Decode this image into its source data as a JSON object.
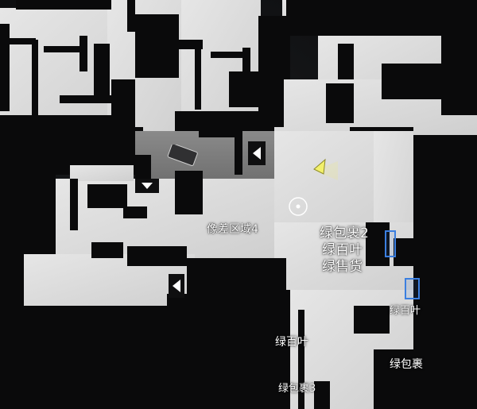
{
  "map": {
    "labels": {
      "zone": "像差区域4",
      "group_line1": "绿包裹2",
      "group_line2": "绿百叶",
      "group_line3": "绿售货",
      "right_blinds": "绿百叶",
      "left_blinds": "绿百叶",
      "right_package": "绿包裹",
      "bottom_package": "绿包裹3"
    },
    "colors": {
      "floor": "#d6d6d6",
      "floor_light": "#ececec",
      "wall": "#0a0a0b",
      "room_dark": "#7d7d7d",
      "marker": "#3b7fe0",
      "player": "#f2f06a"
    },
    "icons": {
      "player": "player-arrow-icon",
      "target": "target-circle-icon",
      "stairs": "stairs-icon",
      "door": "door-icon",
      "blinds_marker": "blue-rectangle-marker"
    }
  }
}
